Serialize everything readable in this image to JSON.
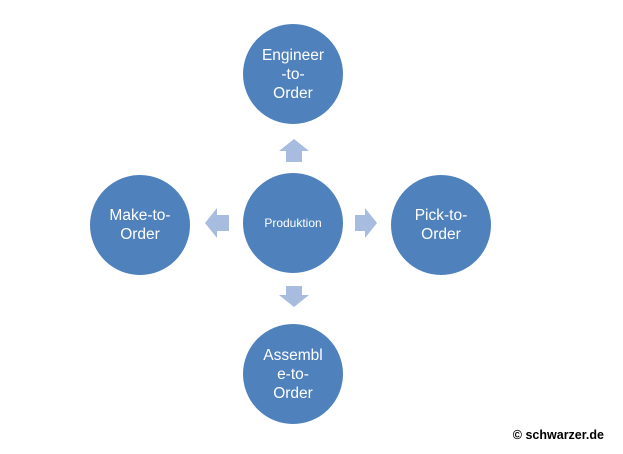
{
  "diagram": {
    "center": {
      "label": "Produktion"
    },
    "nodes": {
      "top": {
        "label": "Engineer\n-to-\nOrder"
      },
      "right": {
        "label": "Pick-to-\nOrder"
      },
      "bottom": {
        "label": "Assembl\ne-to-\nOrder"
      },
      "left": {
        "label": "Make-to-\nOrder"
      }
    }
  },
  "footer": {
    "copyright": "© schwarzer.de"
  },
  "colors": {
    "node_fill": "#4f81bd",
    "arrow_fill": "#a7bcde",
    "text": "#ffffff"
  }
}
